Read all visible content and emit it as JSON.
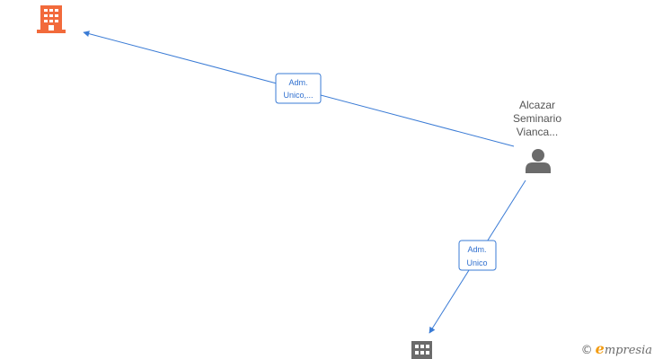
{
  "person": {
    "name_lines": [
      "Alcazar",
      "Seminario",
      "Vianca..."
    ]
  },
  "relations": [
    {
      "label_lines": [
        "Adm.",
        "Unico,..."
      ]
    },
    {
      "label_lines": [
        "Adm.",
        "Unico"
      ]
    }
  ],
  "colors": {
    "company_primary": "#f26a3b",
    "company_secondary": "#6b6b6b",
    "person_icon": "#6b6b6b",
    "edge": "#3a7bd5"
  },
  "icons": {
    "company_primary": "building-icon",
    "company_secondary": "building-icon",
    "person": "person-icon"
  },
  "brand": {
    "copyright": "©",
    "name_initial": "e",
    "name_rest": "mpresia"
  }
}
